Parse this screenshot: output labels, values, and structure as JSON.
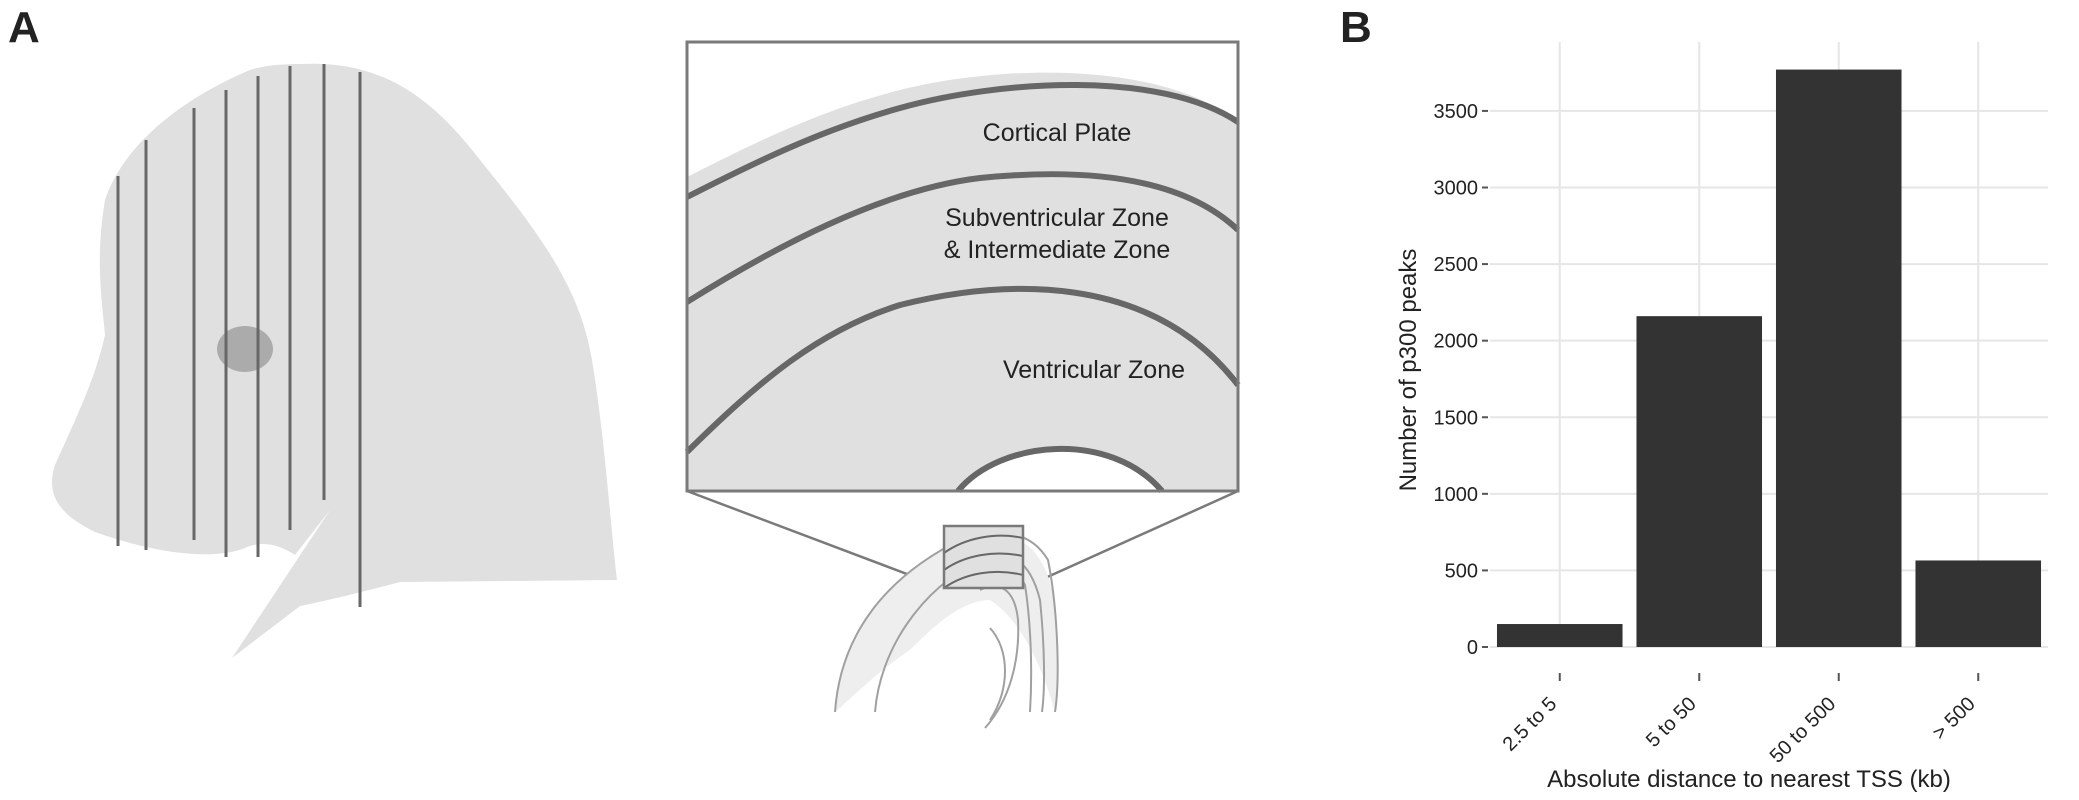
{
  "panels": {
    "a_label": "A",
    "b_label": "B"
  },
  "diagram": {
    "zones": {
      "cortical_plate": "Cortical Plate",
      "svz_line1": "Subventricular Zone",
      "svz_line2": "& Intermediate Zone",
      "ventricular": "Ventricular Zone"
    },
    "colors": {
      "tissue": "#e0e0e0",
      "line": "#676767",
      "spot": "#ababab",
      "box_border": "#7a7a7a"
    }
  },
  "chart_data": {
    "type": "bar",
    "categories": [
      "2.5 to 5",
      "5 to 50",
      "50 to 500",
      "> 500"
    ],
    "values": [
      150,
      2160,
      3770,
      565
    ],
    "xlabel": "Absolute distance to nearest TSS (kb)",
    "ylabel": "Number of p300 peaks",
    "ylim": [
      0,
      3950
    ],
    "yticks": [
      0,
      500,
      1000,
      1500,
      2000,
      2500,
      3000,
      3500
    ],
    "grid": true,
    "bar_color": "#333333",
    "grid_color": "#e6e6e6"
  }
}
